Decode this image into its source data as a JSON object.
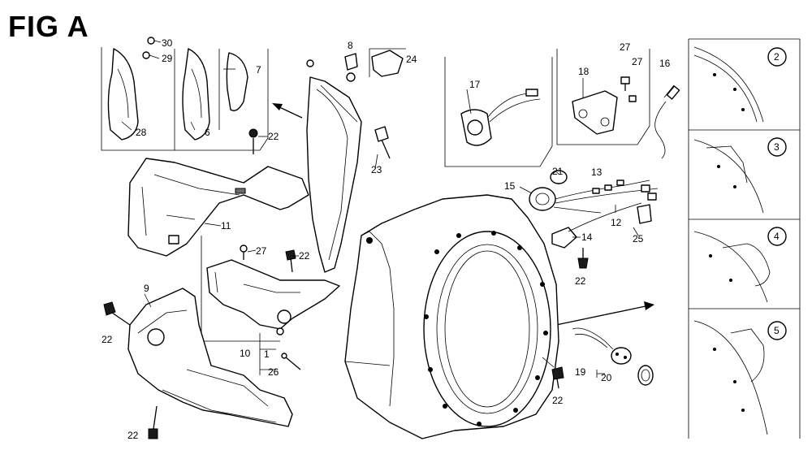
{
  "figure": {
    "title": "FIG A",
    "callouts": [
      {
        "id": "c2",
        "label": "2"
      },
      {
        "id": "c3",
        "label": "3"
      },
      {
        "id": "c4",
        "label": "4"
      },
      {
        "id": "c5",
        "label": "5"
      }
    ],
    "part_labels": {
      "p30": "30",
      "p29": "29",
      "p7": "7",
      "p28": "28",
      "p6": "6",
      "p8": "8",
      "p24": "24",
      "p17": "17",
      "p18": "18",
      "p27a": "27",
      "p27b": "27",
      "p16": "16",
      "p22a": "22",
      "p23": "23",
      "p21": "21",
      "p13": "13",
      "p15": "15",
      "p11": "11",
      "p12": "12",
      "p14": "14",
      "p25": "25",
      "p22b": "22",
      "p27c": "27",
      "p22c": "22",
      "p9": "9",
      "p22d": "22",
      "p10": "10",
      "p1": "1",
      "p26": "26",
      "p19": "19",
      "p20": "20",
      "p22e": "22",
      "p22f": "22"
    }
  }
}
